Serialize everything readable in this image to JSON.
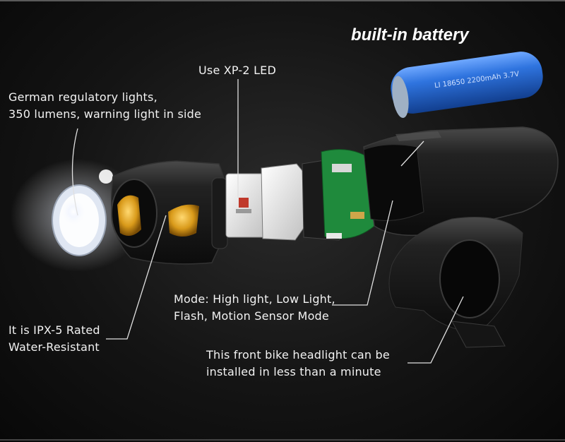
{
  "headline": "built-in battery",
  "battery_print": "LI 18650 2200mAh 3.7V",
  "callouts": {
    "led": "Use XP-2 LED",
    "lumens": [
      "German regulatory lights,",
      "350 lumens, warning light in side"
    ],
    "modes": [
      "Mode: High light, Low Light,",
      "Flash, Motion Sensor Mode"
    ],
    "waterproof": [
      "It is IPX-5 Rated",
      "Water-Resistant"
    ],
    "install": [
      "This front bike headlight can be",
      "installed in less than a minute"
    ]
  },
  "colors": {
    "background": "#101010",
    "battery": "#1f5fc4",
    "body": "#1b1b1b",
    "amber": "#e0a020",
    "pcb": "#1e8a3a",
    "text": "#f2f2f2"
  }
}
